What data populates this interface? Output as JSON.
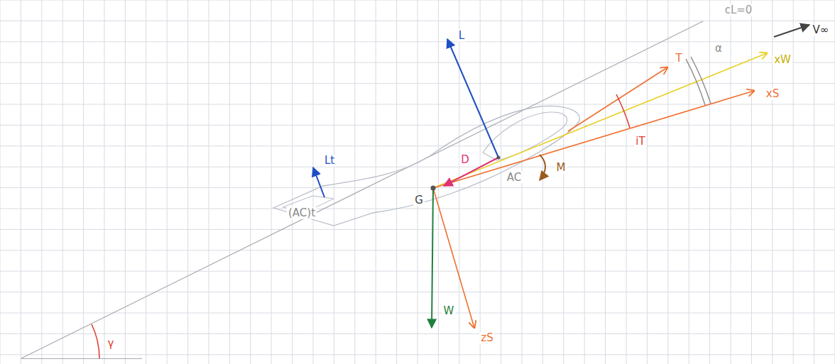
{
  "diagram": {
    "labels": [
      "L",
      "Lt",
      "(AC)t",
      "G",
      "D",
      "AC",
      "M",
      "W",
      "T",
      "iT",
      "α",
      "cL=0",
      "V∞",
      "xW",
      "xS",
      "zS",
      "γ"
    ]
  }
}
